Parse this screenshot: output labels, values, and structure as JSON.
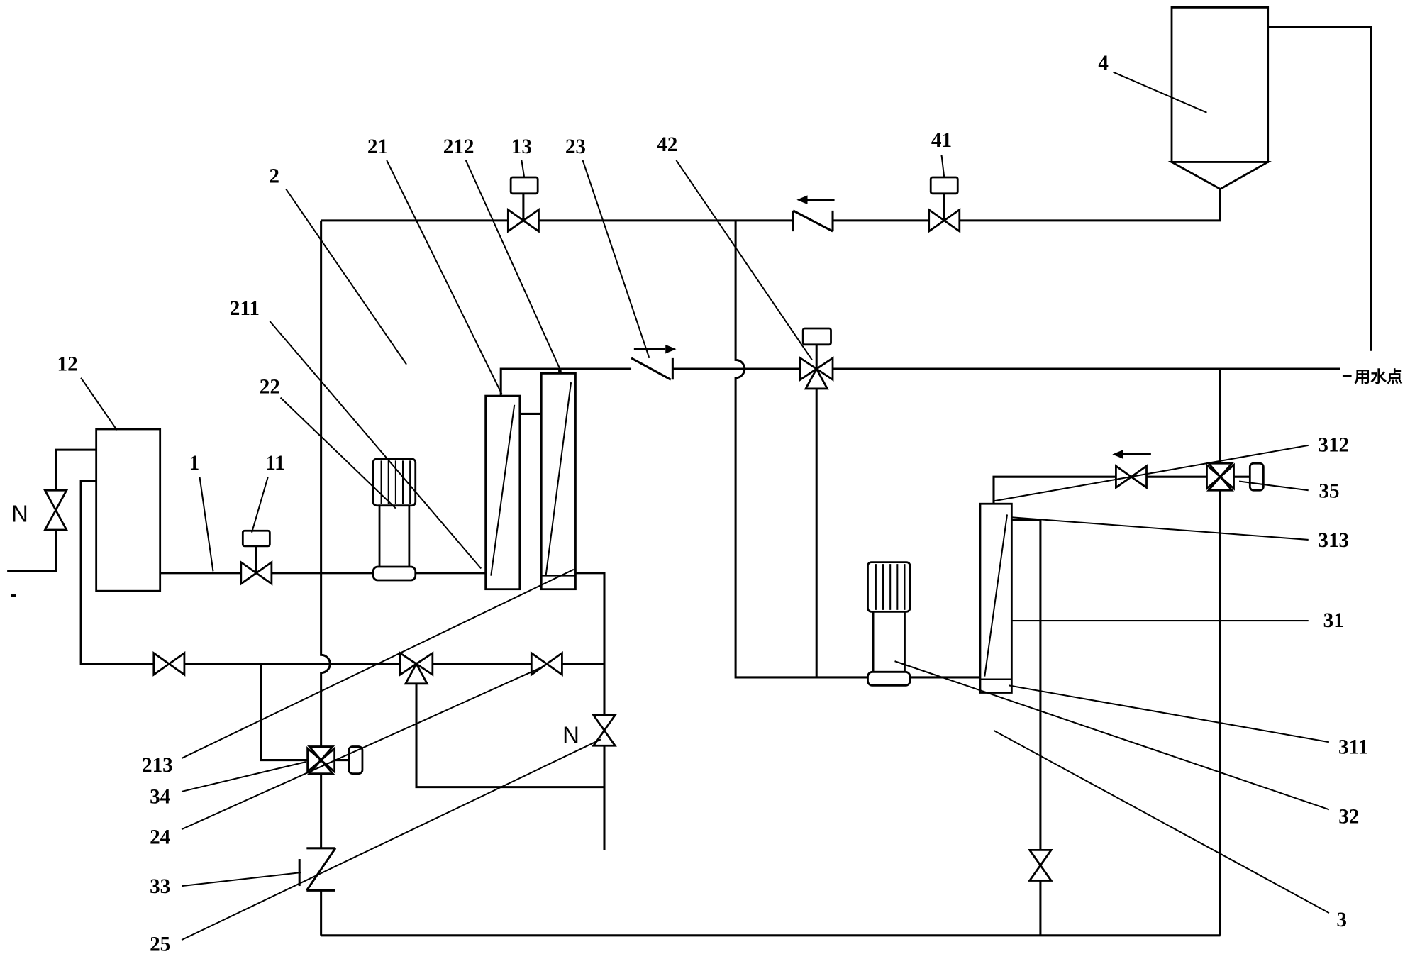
{
  "labels": {
    "ref_12": "12",
    "ref_1": "1",
    "ref_11": "11",
    "ref_22": "22",
    "ref_211": "211",
    "ref_2": "2",
    "ref_21": "21",
    "ref_212": "212",
    "ref_13": "13",
    "ref_23": "23",
    "ref_42": "42",
    "ref_41": "41",
    "ref_4": "4",
    "ref_312": "312",
    "ref_35": "35",
    "ref_313": "313",
    "ref_31": "31",
    "ref_311": "311",
    "ref_32": "32",
    "ref_3": "3",
    "ref_213": "213",
    "ref_34": "34",
    "ref_24": "24",
    "ref_33": "33",
    "ref_25": "25"
  },
  "valve_marks": {
    "inlet_valve": "N",
    "drain_valve": "N"
  },
  "outlet": "用水点"
}
